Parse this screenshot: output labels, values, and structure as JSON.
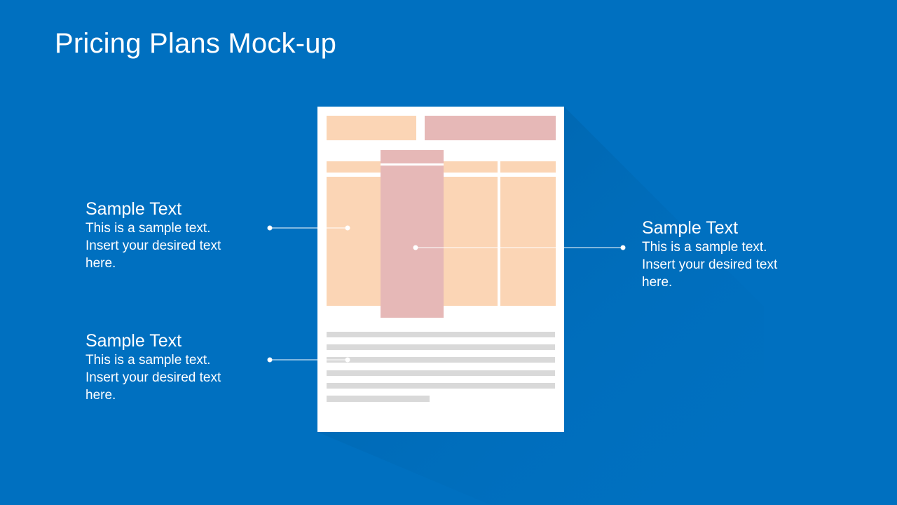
{
  "slide": {
    "title": "Pricing Plans Mock-up",
    "background_color": "#0070c0"
  },
  "mockup": {
    "page_color": "#ffffff",
    "colors": {
      "peach": "#fbd5b5",
      "rose": "#e6b8b7",
      "text_line": "#d9d9d9"
    }
  },
  "callouts": [
    {
      "heading": "Sample Text",
      "body_lines": [
        "This is a sample text.",
        "Insert your desired text",
        "here."
      ]
    },
    {
      "heading": "Sample Text",
      "body_lines": [
        "This is a sample text.",
        "Insert your desired text",
        "here."
      ]
    },
    {
      "heading": "Sample Text",
      "body_lines": [
        "This is a sample text.",
        "Insert your desired text",
        "here."
      ]
    }
  ]
}
